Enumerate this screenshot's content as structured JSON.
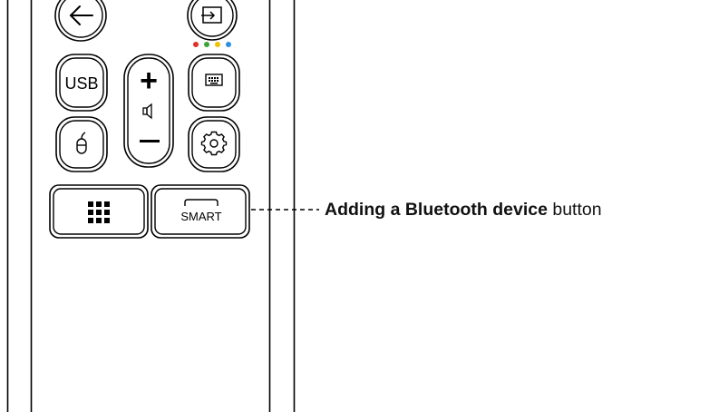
{
  "remote": {
    "buttons": {
      "usb_label": "USB",
      "smart_label": "SMART",
      "back_icon": "arrow-left-icon",
      "input_icon": "input-source-icon",
      "keyboard_icon": "keyboard-icon",
      "mouse_icon": "mouse-icon",
      "settings_icon": "gear-icon",
      "apps_icon": "grid-dots-icon",
      "volume_icon": "speaker-icon",
      "volume_up": "+",
      "volume_down": "–"
    },
    "color_dots": [
      "#e0302c",
      "#3aa535",
      "#f2c200",
      "#2d8fe0"
    ]
  },
  "callout": {
    "bold_text": "Adding a Bluetooth device",
    "normal_text": " button"
  }
}
